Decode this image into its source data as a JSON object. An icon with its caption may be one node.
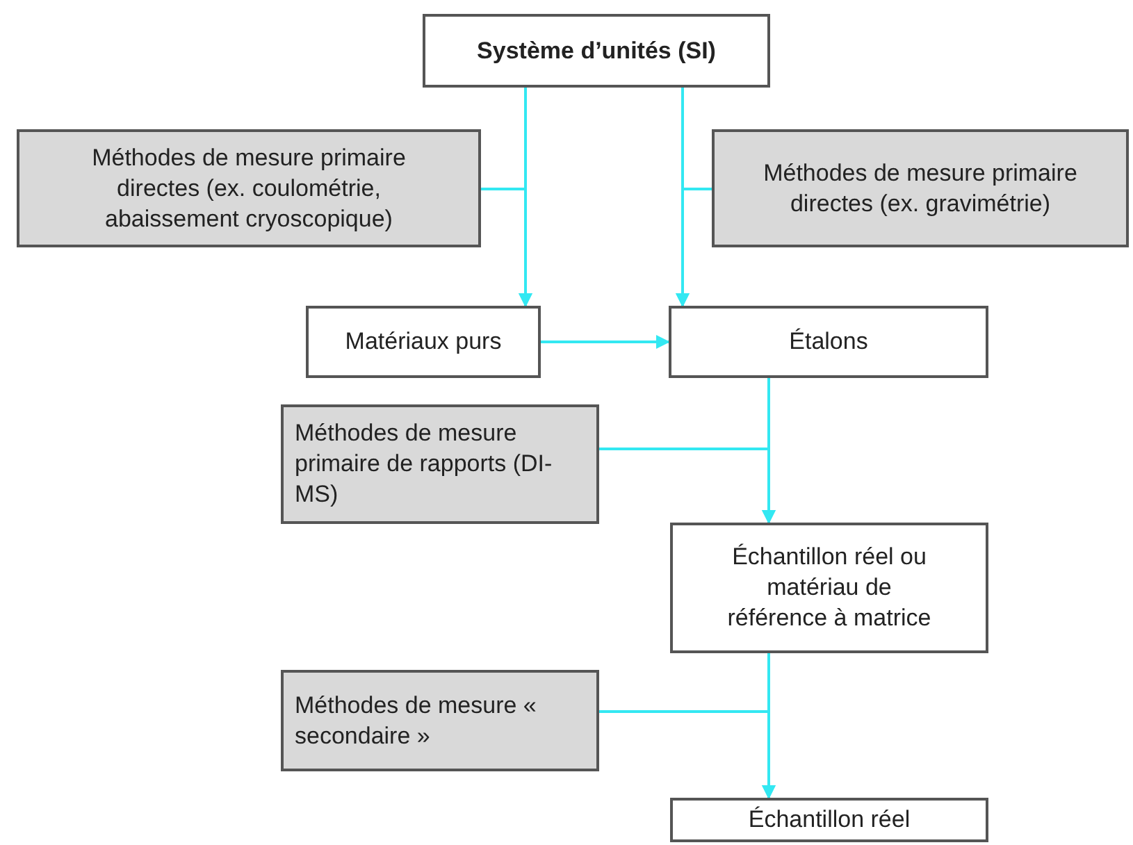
{
  "diagram": {
    "nodes": [
      {
        "text": [
          "Système d’unités (SI)"
        ]
      },
      {
        "text": [
          "Méthodes de mesure primaire directes (ex. coulométrie, abaissement cryoscopique)"
        ]
      },
      {
        "text": [
          "Méthodes de mesure primaire directes (ex. gravimétrie)"
        ]
      },
      {
        "text": [
          "Matériaux purs"
        ]
      },
      {
        "text": [
          "Étalons"
        ]
      },
      {
        "text": [
          "Méthodes de mesure primaire de rapports (DI-MS)"
        ]
      },
      {
        "text": [
          "Échantillon réel ou matériau de référence à matrice"
        ]
      },
      {
        "text": [
          "Méthodes de mesure « secondaire »"
        ]
      },
      {
        "text": [
          "Échantillon réel"
        ]
      }
    ],
    "edges": [
      {
        "from": 0,
        "to": 3,
        "arrow": "to"
      },
      {
        "from": 1,
        "to": 3,
        "arrow": "to"
      },
      {
        "from": 0,
        "to": 4,
        "arrow": "to"
      },
      {
        "from": 2,
        "to": 4,
        "arrow": "to"
      },
      {
        "from": 3,
        "to": 4,
        "arrow": "to"
      },
      {
        "from": 4,
        "to": 6,
        "arrow": "to"
      },
      {
        "from": 5,
        "to": 6,
        "arrow": "to"
      },
      {
        "from": 6,
        "to": 8,
        "arrow": "to"
      },
      {
        "from": 7,
        "to": 8,
        "arrow": "to"
      }
    ]
  }
}
